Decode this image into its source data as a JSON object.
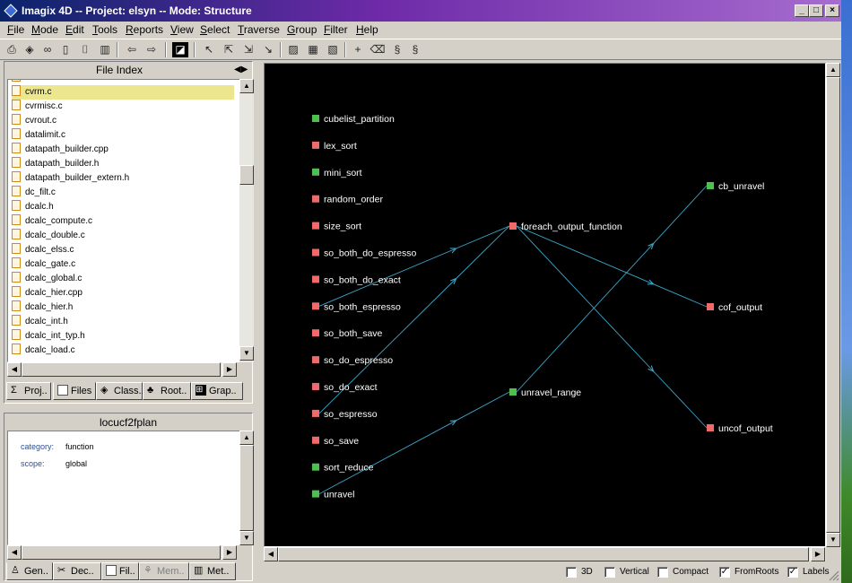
{
  "window": {
    "title": "Imagix 4D -- Project: elsyn -- Mode: Structure"
  },
  "menu": [
    {
      "label": "File",
      "u": "F",
      "rest": "ile"
    },
    {
      "label": "Mode",
      "u": "M",
      "rest": "ode"
    },
    {
      "label": "Edit",
      "u": "E",
      "rest": "dit"
    },
    {
      "label": "Tools",
      "u": "T",
      "rest": "ools"
    },
    {
      "label": "Reports",
      "u": "R",
      "rest": "eports"
    },
    {
      "label": "View",
      "u": "V",
      "rest": "iew"
    },
    {
      "label": "Select",
      "u": "S",
      "rest": "elect"
    },
    {
      "label": "Traverse",
      "u": "T",
      "rest": "raverse"
    },
    {
      "label": "Group",
      "u": "G",
      "rest": "roup"
    },
    {
      "label": "Filter",
      "u": "F",
      "rest": "ilter"
    },
    {
      "label": "Help",
      "u": "H",
      "rest": "elp"
    }
  ],
  "file_index": {
    "title": "File Index",
    "selected": "cvrm.c",
    "files": [
      "cvrm.c",
      "cvrmisc.c",
      "cvrout.c",
      "datalimit.c",
      "datapath_builder.cpp",
      "datapath_builder.h",
      "datapath_builder_extern.h",
      "dc_filt.c",
      "dcalc.h",
      "dcalc_compute.c",
      "dcalc_double.c",
      "dcalc_elss.c",
      "dcalc_gate.c",
      "dcalc_global.c",
      "dcalc_hier.cpp",
      "dcalc_hier.h",
      "dcalc_int.h",
      "dcalc_int_typ.h",
      "dcalc_load.c"
    ],
    "tabs": [
      "Proj..",
      "Files",
      "Class..",
      "Root..",
      "Grap.."
    ],
    "active_tab": "Files"
  },
  "info_pane": {
    "title": "locucf2fplan",
    "properties": [
      {
        "key": "category:",
        "value": "function"
      },
      {
        "key": "scope:",
        "value": "global"
      }
    ],
    "tabs": [
      "Gen..",
      "Dec..",
      "Fil..",
      "Mem..",
      "Met.."
    ],
    "active_tab": "Gen.."
  },
  "graph": {
    "colors": {
      "background": "#000000",
      "edge": "#3aa6c8",
      "node_green": "#4fbf4f",
      "node_red": "#ef6a6a",
      "label": "#ffffff"
    },
    "columns": [
      [
        {
          "label": "cubelist_partition",
          "color": "green"
        },
        {
          "label": "lex_sort",
          "color": "red"
        },
        {
          "label": "mini_sort",
          "color": "green"
        },
        {
          "label": "random_order",
          "color": "red"
        },
        {
          "label": "size_sort",
          "color": "red"
        },
        {
          "label": "so_both_do_espresso",
          "color": "red"
        },
        {
          "label": "so_both_do_exact",
          "color": "red"
        },
        {
          "label": "so_both_espresso",
          "color": "red"
        },
        {
          "label": "so_both_save",
          "color": "red"
        },
        {
          "label": "so_do_espresso",
          "color": "red"
        },
        {
          "label": "so_do_exact",
          "color": "red"
        },
        {
          "label": "so_espresso",
          "color": "red"
        },
        {
          "label": "so_save",
          "color": "red"
        },
        {
          "label": "sort_reduce",
          "color": "green"
        },
        {
          "label": "unravel",
          "color": "green"
        }
      ],
      [
        {
          "label": "foreach_output_function",
          "color": "red"
        },
        {
          "label": "unravel_range",
          "color": "green"
        }
      ],
      [
        {
          "label": "cb_unravel",
          "color": "green"
        },
        {
          "label": "cof_output",
          "color": "red"
        },
        {
          "label": "uncof_output",
          "color": "red"
        }
      ]
    ],
    "edges": [
      {
        "from": "so_both_espresso",
        "to": "foreach_output_function"
      },
      {
        "from": "so_espresso",
        "to": "foreach_output_function"
      },
      {
        "from": "unravel",
        "to": "unravel_range"
      },
      {
        "from": "foreach_output_function",
        "to": "cof_output"
      },
      {
        "from": "foreach_output_function",
        "to": "uncof_output"
      },
      {
        "from": "unravel_range",
        "to": "cb_unravel"
      }
    ]
  },
  "status_options": [
    {
      "label": "3D",
      "checked": false
    },
    {
      "label": "Vertical",
      "checked": false
    },
    {
      "label": "Compact",
      "checked": false
    },
    {
      "label": "FromRoots",
      "checked": true
    },
    {
      "label": "Labels",
      "checked": true
    }
  ]
}
